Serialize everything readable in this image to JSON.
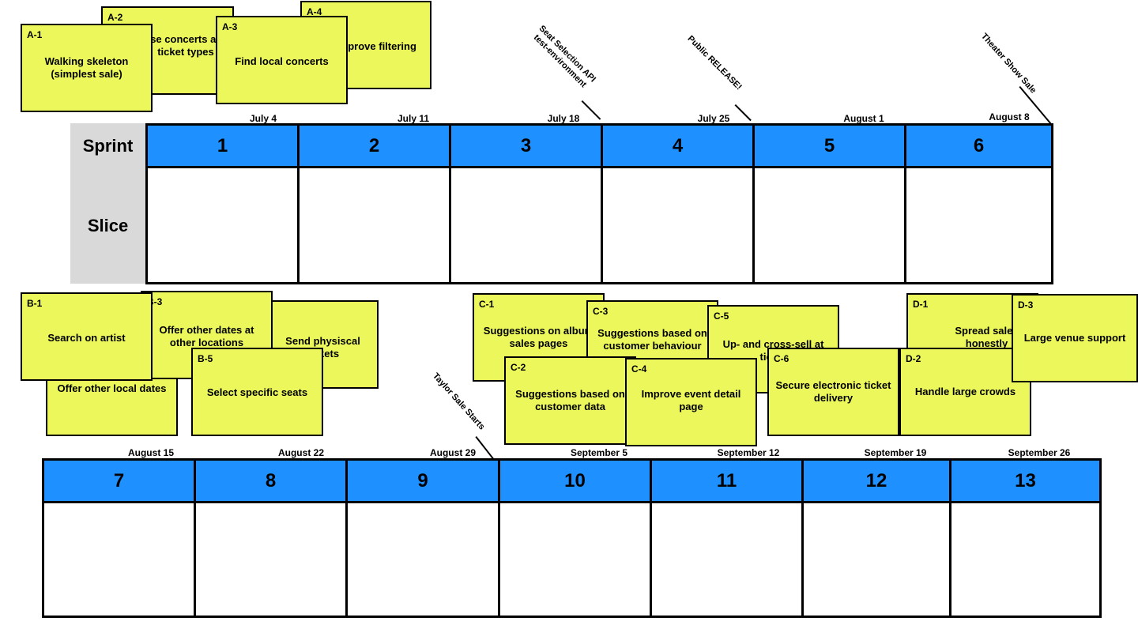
{
  "rows": {
    "sprint_label": "Sprint",
    "slice_label": "Slice"
  },
  "sprints": [
    {
      "number": "1",
      "date": "July 4"
    },
    {
      "number": "2",
      "date": "July 11"
    },
    {
      "number": "3",
      "date": "July 18"
    },
    {
      "number": "4",
      "date": "July 25"
    },
    {
      "number": "5",
      "date": "August 1"
    },
    {
      "number": "6",
      "date": "August 8"
    },
    {
      "number": "7",
      "date": "August 15"
    },
    {
      "number": "8",
      "date": "August 22"
    },
    {
      "number": "9",
      "date": "August 29"
    },
    {
      "number": "10",
      "date": "September 5"
    },
    {
      "number": "11",
      "date": "September 12"
    },
    {
      "number": "12",
      "date": "September 19"
    },
    {
      "number": "13",
      "date": "September 26"
    }
  ],
  "milestones": [
    {
      "label": "Seat Selection API\ntest-environment"
    },
    {
      "label": "Public RELEASE!"
    },
    {
      "label": "Theater Show Sale"
    },
    {
      "label": "Taylor Sale Starts"
    }
  ],
  "notes": [
    {
      "id": "A-2",
      "text": "Use concerts and ticket types"
    },
    {
      "id": "A-3",
      "text": "Find local concerts"
    },
    {
      "id": "A-4",
      "text": "Improve filtering"
    },
    {
      "id": "A-1",
      "text": "Walking skeleton (simplest sale)"
    },
    {
      "id": "B-4",
      "text": "Send physiscal tickets"
    },
    {
      "id": "B-2",
      "text": "Offer other local dates"
    },
    {
      "id": "B-3",
      "text": "Offer other dates at other locations"
    },
    {
      "id": "B-5",
      "text": "Select specific seats"
    },
    {
      "id": "B-1",
      "text": "Search on artist"
    },
    {
      "id": "C-1",
      "text": "Suggestions on album sales pages"
    },
    {
      "id": "C-3",
      "text": "Suggestions based on customer behaviour"
    },
    {
      "id": "C-2",
      "text": "Suggestions based on customer data"
    },
    {
      "id": "C-4",
      "text": "Improve event detail page"
    },
    {
      "id": "C-5",
      "text": "Up- and cross-sell at ticket"
    },
    {
      "id": "C-6",
      "text": "Secure electronic ticket delivery"
    },
    {
      "id": "D-1",
      "text": "Spread sales honestly"
    },
    {
      "id": "D-2",
      "text": "Handle large crowds"
    },
    {
      "id": "D-3",
      "text": "Large venue support"
    }
  ],
  "colors": {
    "sprint_header": "#1e90ff",
    "sticky_note": "#ebf75a",
    "row_label_bg": "#d9d9d9"
  }
}
